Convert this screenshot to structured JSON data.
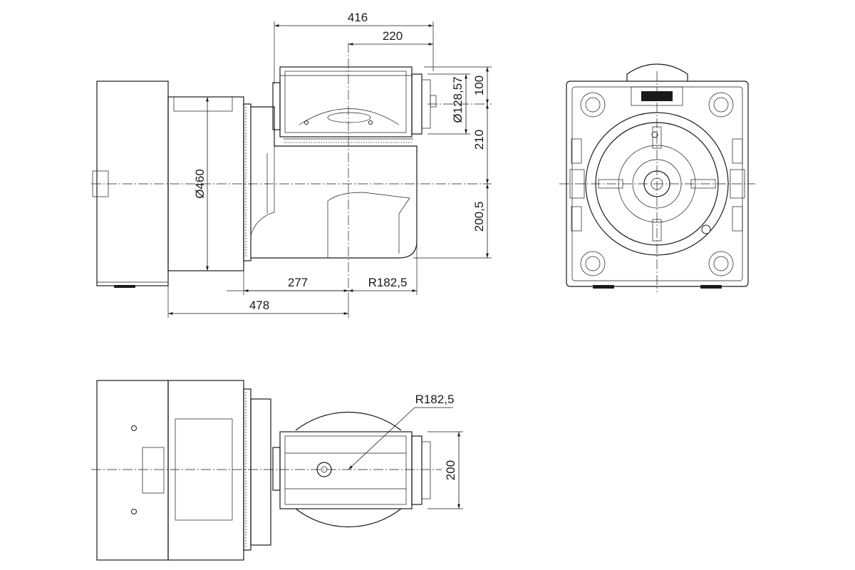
{
  "dimensions": {
    "d416": "416",
    "d220": "220",
    "d100": "100",
    "d128": "Ø128,57",
    "d210": "210",
    "d200_5": "200,5",
    "d460": "Ø460",
    "d277": "277",
    "r182_top": "R182,5",
    "d478": "478",
    "r182_bottom": "R182,5",
    "d200": "200"
  }
}
